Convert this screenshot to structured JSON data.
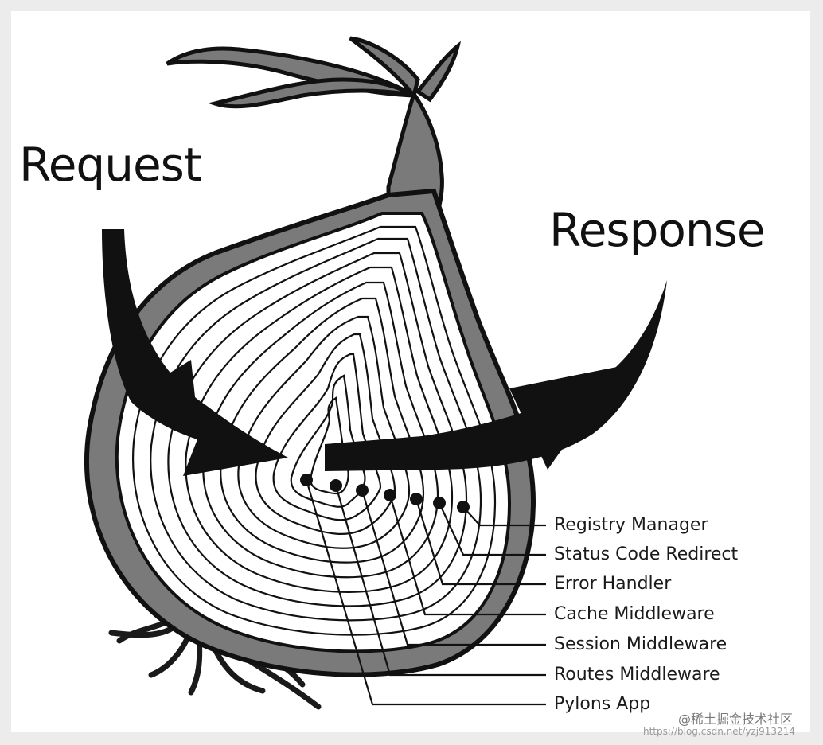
{
  "labels": {
    "request": "Request",
    "response": "Response"
  },
  "layers": [
    "Registry Manager",
    "Status Code Redirect",
    "Error Handler",
    "Cache Middleware",
    "Session Middleware",
    "Routes Middleware",
    "Pylons App"
  ],
  "watermark": {
    "line1": "@稀土掘金技术社区",
    "line2": "https://blog.csdn.net/yzj913214"
  },
  "colors": {
    "shell_fill": "#7a7a7a",
    "line": "#111111",
    "background": "#ffffff"
  }
}
